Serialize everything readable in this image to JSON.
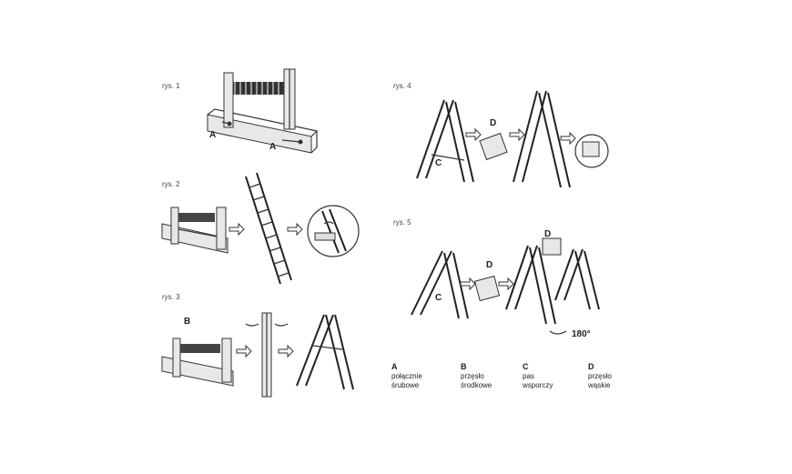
{
  "figures": {
    "rys1": "rys. 1",
    "rys2": "rys. 2",
    "rys3": "rys. 3",
    "rys4": "rys. 4",
    "rys5": "rys. 5"
  },
  "letters": {
    "a": "A",
    "b": "B",
    "c": "C",
    "d": "D",
    "rotation": "180°"
  },
  "legend": [
    {
      "key": "A",
      "line1": "połącznie",
      "line2": "śrubowe"
    },
    {
      "key": "B",
      "line1": "przęsło",
      "line2": "środkowe"
    },
    {
      "key": "C",
      "line1": "pas",
      "line2": "wsporczy"
    },
    {
      "key": "D",
      "line1": "przęsło",
      "line2": "wąskie"
    }
  ]
}
